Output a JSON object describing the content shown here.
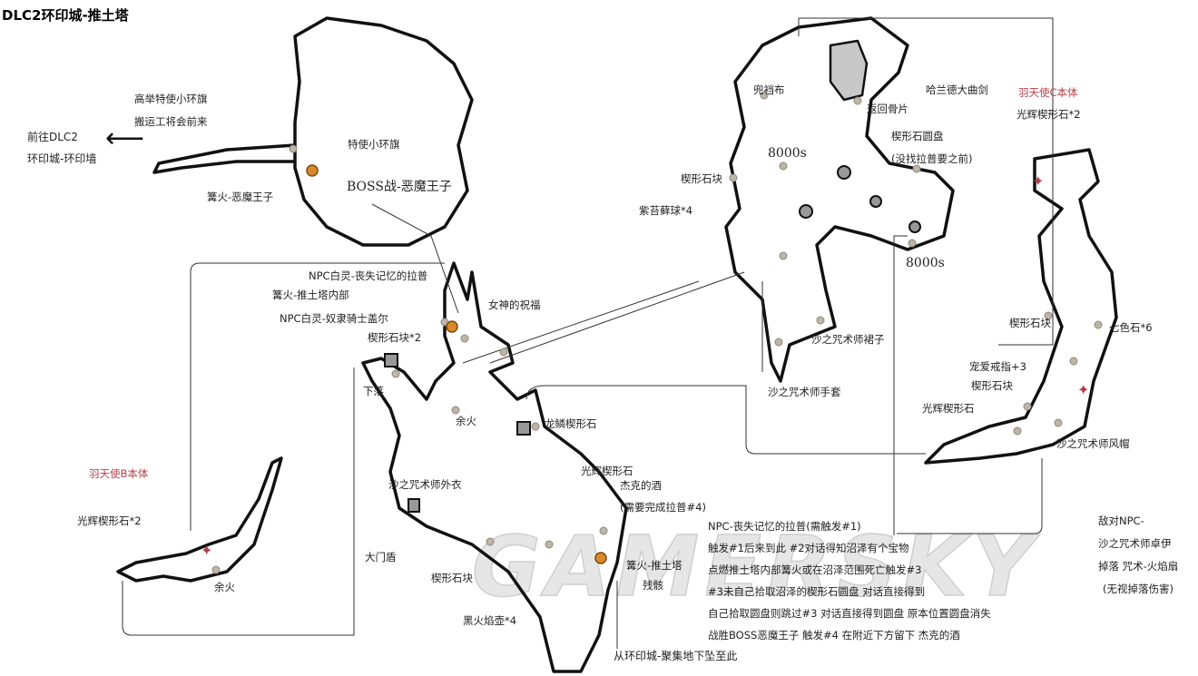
{
  "title": "DLC2环印城-推土塔",
  "watermark": "GAMERSKY",
  "colors": {
    "angel_label": "#b3404a",
    "bonfire": "#d9892b",
    "item_dot": "#c0b4a3",
    "wall": "#111111"
  },
  "exit": {
    "line1": "前往DLC2",
    "line2": "环印城-环印墙",
    "arrow_icon": "arrow-left-icon"
  },
  "northwest": {
    "flag_note_1": "高举特使小环旗",
    "flag_note_2": "搬运工将会前来",
    "flag": "特使小环旗",
    "bonfire": "篝火-恶魔王子",
    "boss": "BOSS战-恶魔王子"
  },
  "center": {
    "npc_lapp": "NPC白灵-丧失记忆的拉普",
    "bonfire_inner": "篝火-推土塔内部",
    "npc_gael": "NPC白灵-奴隶骑士盖尔",
    "blessing": "女神的祝福",
    "titanite_x2": "楔形石块*2",
    "drop": "下落",
    "ember": "余火",
    "dragon_titanite": "龙鳞楔形石",
    "twinkling_titanite": "光辉楔形石",
    "sorcerer_garb": "沙之咒术师外衣",
    "siegbrau": "杰克的酒",
    "siegbrau_note": "(需要完成拉普#4)",
    "great_shield": "大门盾",
    "titanite_chunk": "楔形石块",
    "black_firebomb": "黑火焰壶*4",
    "bonfire_ruins_1": "篝火-推土塔",
    "bonfire_ruins_2": "残骸",
    "fall_from": "从环印城-聚集地下坠至此"
  },
  "notes": [
    "NPC-丧失记忆的拉普(需触发#1)",
    "触发#1后来到此 #2对话得知沼泽有个宝物",
    "点燃推土塔内部篝火或在沼泽范围死亡触发#3",
    "#3未自己拾取沼泽的楔形石圆盘 对话直接得到",
    "自己拾取圆盘则跳过#3 对话直接得到圆盘 原本位置圆盘消失",
    "战胜BOSS恶魔王子 触发#4 在附近下方留下 杰克的酒"
  ],
  "southwest": {
    "angel": "羽天使B本体",
    "twinkling_x2": "光辉楔形石*2",
    "ember": "余火"
  },
  "swamp": {
    "loincloth": "兜裆布",
    "harald": "哈兰德大曲剑",
    "homeward": "返回骨片",
    "slab_1": "楔形石圆盘",
    "slab_2": "(没找拉普要之前)",
    "souls_1": "8000s",
    "titanite_chunk": "楔形石块",
    "moss": "紫苔藓球*4",
    "souls_2": "8000s",
    "skirt": "沙之咒术师裙子",
    "gloves": "沙之咒术师手套"
  },
  "east": {
    "angel": "羽天使C本体",
    "twinkling_x2": "光辉楔形石*2",
    "titanite_chunk_1": "楔形石块",
    "prism": "七色石*6",
    "ring": "宠爱戒指+3",
    "titanite_chunk_2": "楔形石块",
    "twinkling": "光辉楔形石",
    "hood": "沙之咒术师风帽",
    "enemy_1": "敌对NPC-",
    "enemy_2": "沙之咒术师卓伊",
    "enemy_3": "掉落 咒术-火焰扇",
    "enemy_4": "(无视掉落伤害)"
  }
}
